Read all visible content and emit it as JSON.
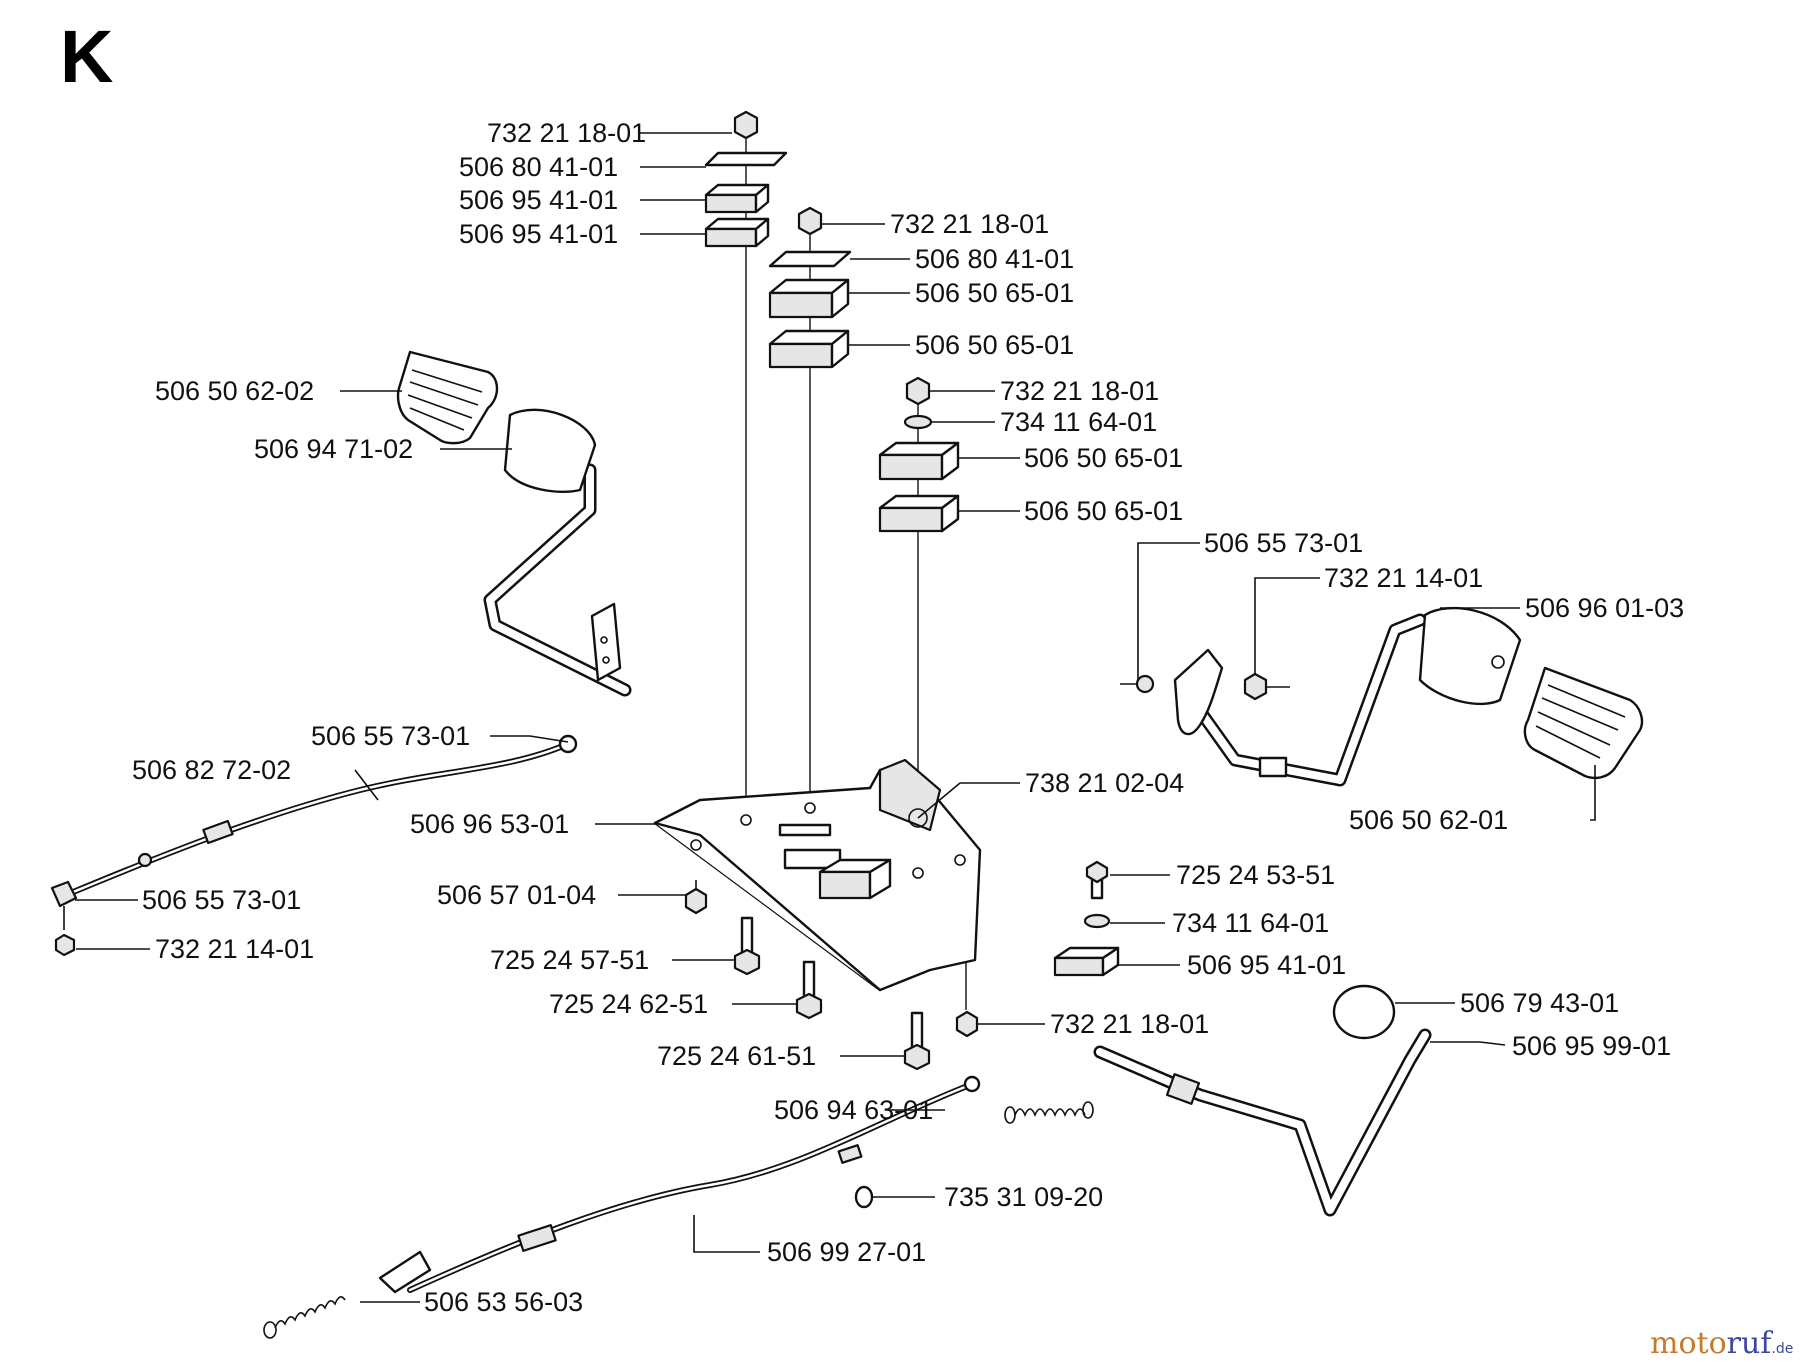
{
  "section_letter": "K",
  "watermark": {
    "text_a": "moto",
    "text_b": "ruf",
    "suffix": ".de"
  },
  "parts": [
    {
      "id": "p1",
      "number": "732 21 18-01"
    },
    {
      "id": "p2",
      "number": "506 80 41-01"
    },
    {
      "id": "p3",
      "number": "506 95 41-01"
    },
    {
      "id": "p4",
      "number": "506 95 41-01"
    },
    {
      "id": "p5",
      "number": "732 21 18-01"
    },
    {
      "id": "p6",
      "number": "506 80 41-01"
    },
    {
      "id": "p7",
      "number": "506 50 65-01"
    },
    {
      "id": "p8",
      "number": "506 50 65-01"
    },
    {
      "id": "p9",
      "number": "506 50 62-02"
    },
    {
      "id": "p10",
      "number": "732 21 18-01"
    },
    {
      "id": "p11",
      "number": "734 11 64-01"
    },
    {
      "id": "p12",
      "number": "506 94 71-02"
    },
    {
      "id": "p13",
      "number": "506 50 65-01"
    },
    {
      "id": "p14",
      "number": "506 50 65-01"
    },
    {
      "id": "p15",
      "number": "506 55 73-01"
    },
    {
      "id": "p16",
      "number": "732 21 14-01"
    },
    {
      "id": "p17",
      "number": "506 96 01-03"
    },
    {
      "id": "p18",
      "number": "506 55 73-01"
    },
    {
      "id": "p19",
      "number": "506 82 72-02"
    },
    {
      "id": "p20",
      "number": "738 21 02-04"
    },
    {
      "id": "p21",
      "number": "506 50 62-01"
    },
    {
      "id": "p22",
      "number": "506 96 53-01"
    },
    {
      "id": "p23",
      "number": "725 24 53-51"
    },
    {
      "id": "p24",
      "number": "506 57 01-04"
    },
    {
      "id": "p25",
      "number": "506 55 73-01"
    },
    {
      "id": "p26",
      "number": "734 11 64-01"
    },
    {
      "id": "p27",
      "number": "732 21 14-01"
    },
    {
      "id": "p28",
      "number": "506 95 41-01"
    },
    {
      "id": "p29",
      "number": "725 24 57-51"
    },
    {
      "id": "p30",
      "number": "725 24 62-51"
    },
    {
      "id": "p31",
      "number": "506 79 43-01"
    },
    {
      "id": "p32",
      "number": "732 21 18-01"
    },
    {
      "id": "p33",
      "number": "506 95 99-01"
    },
    {
      "id": "p34",
      "number": "725 24 61-51"
    },
    {
      "id": "p35",
      "number": "506 94 63-01"
    },
    {
      "id": "p36",
      "number": "735 31 09-20"
    },
    {
      "id": "p37",
      "number": "506 99 27-01"
    },
    {
      "id": "p38",
      "number": "506 53 56-03"
    }
  ]
}
